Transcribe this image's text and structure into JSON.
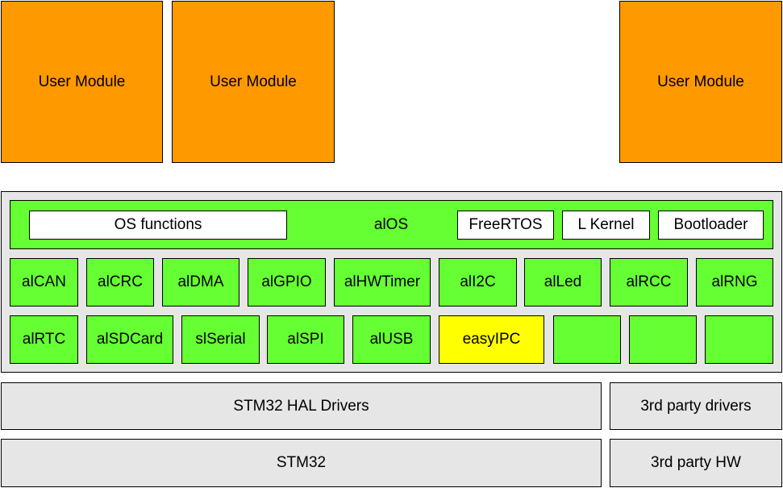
{
  "user_modules": [
    "User Module",
    "User Module",
    "User Module"
  ],
  "os_bar": {
    "functions": "OS functions",
    "title": "alOS",
    "freertos": "FreeRTOS",
    "kernel": "L Kernel",
    "bootloader": "Bootloader"
  },
  "modules_row1": [
    "alCAN",
    "alCRC",
    "alDMA",
    "alGPIO",
    "alHWTimer",
    "alI2C",
    "alLed",
    "alRCC",
    "alRNG"
  ],
  "modules_row2": [
    "alRTC",
    "alSDCard",
    "slSerial",
    "alSPI",
    "alUSB",
    "easyIPC",
    "",
    "",
    ""
  ],
  "drivers": {
    "hal": "STM32 HAL Drivers",
    "third_party": "3rd party drivers"
  },
  "hardware": {
    "stm32": "STM32",
    "third_party": "3rd party HW"
  },
  "colors": {
    "user_module": "#ff9900",
    "module": "#66ff33",
    "highlight": "#ffff00",
    "layer": "#e6e6e6"
  }
}
